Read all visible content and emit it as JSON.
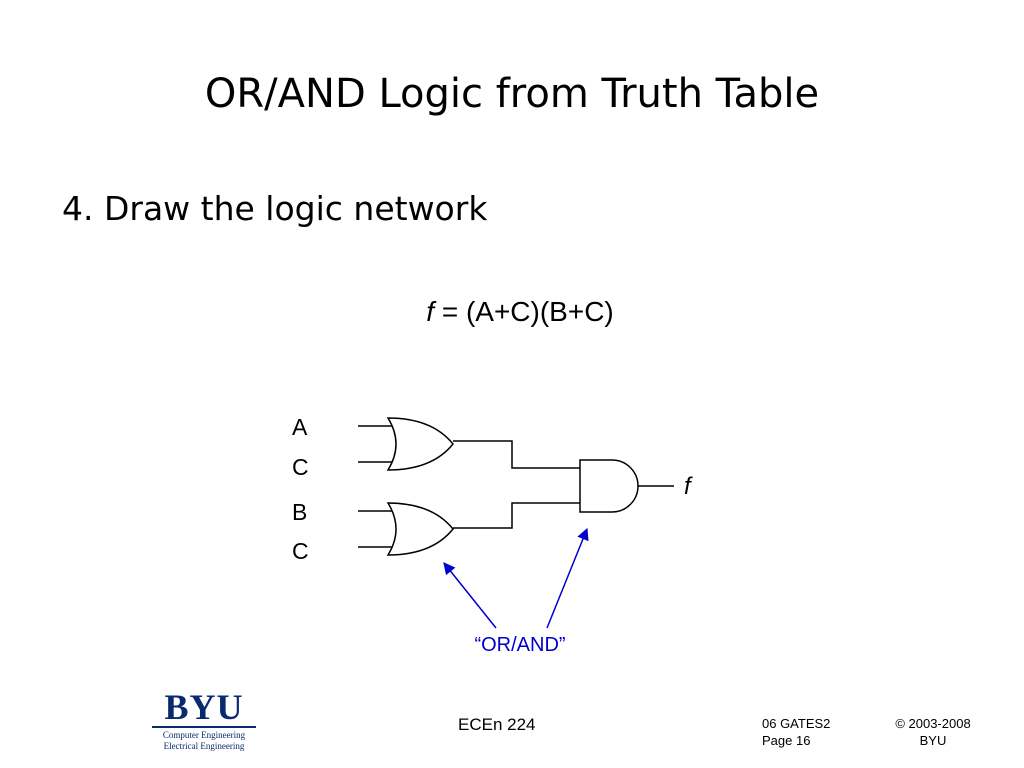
{
  "slide": {
    "title": "OR/AND Logic from Truth Table",
    "bullet": "4. Draw the logic network",
    "equation": {
      "output_var": "f",
      "rhs": "= (A+C)(B+C)"
    }
  },
  "diagram": {
    "inputs": [
      "A",
      "C",
      "B",
      "C"
    ],
    "output_label": "f",
    "annotation": "“OR/AND”",
    "annotation_color": "#0000cc",
    "gates": [
      {
        "type": "OR",
        "inputs": [
          "A",
          "C"
        ]
      },
      {
        "type": "OR",
        "inputs": [
          "B",
          "C"
        ]
      },
      {
        "type": "AND",
        "inputs": [
          "OR1",
          "OR2"
        ]
      }
    ]
  },
  "footer": {
    "logo_text": "BYU",
    "logo_line1": "Computer Engineering",
    "logo_line2": "Electrical Engineering",
    "logo_color": "#0a2a6e",
    "course": "ECEn 224",
    "file_name": "06 GATES2",
    "page": "Page 16",
    "copyright": "© 2003-2008",
    "org": "BYU"
  }
}
